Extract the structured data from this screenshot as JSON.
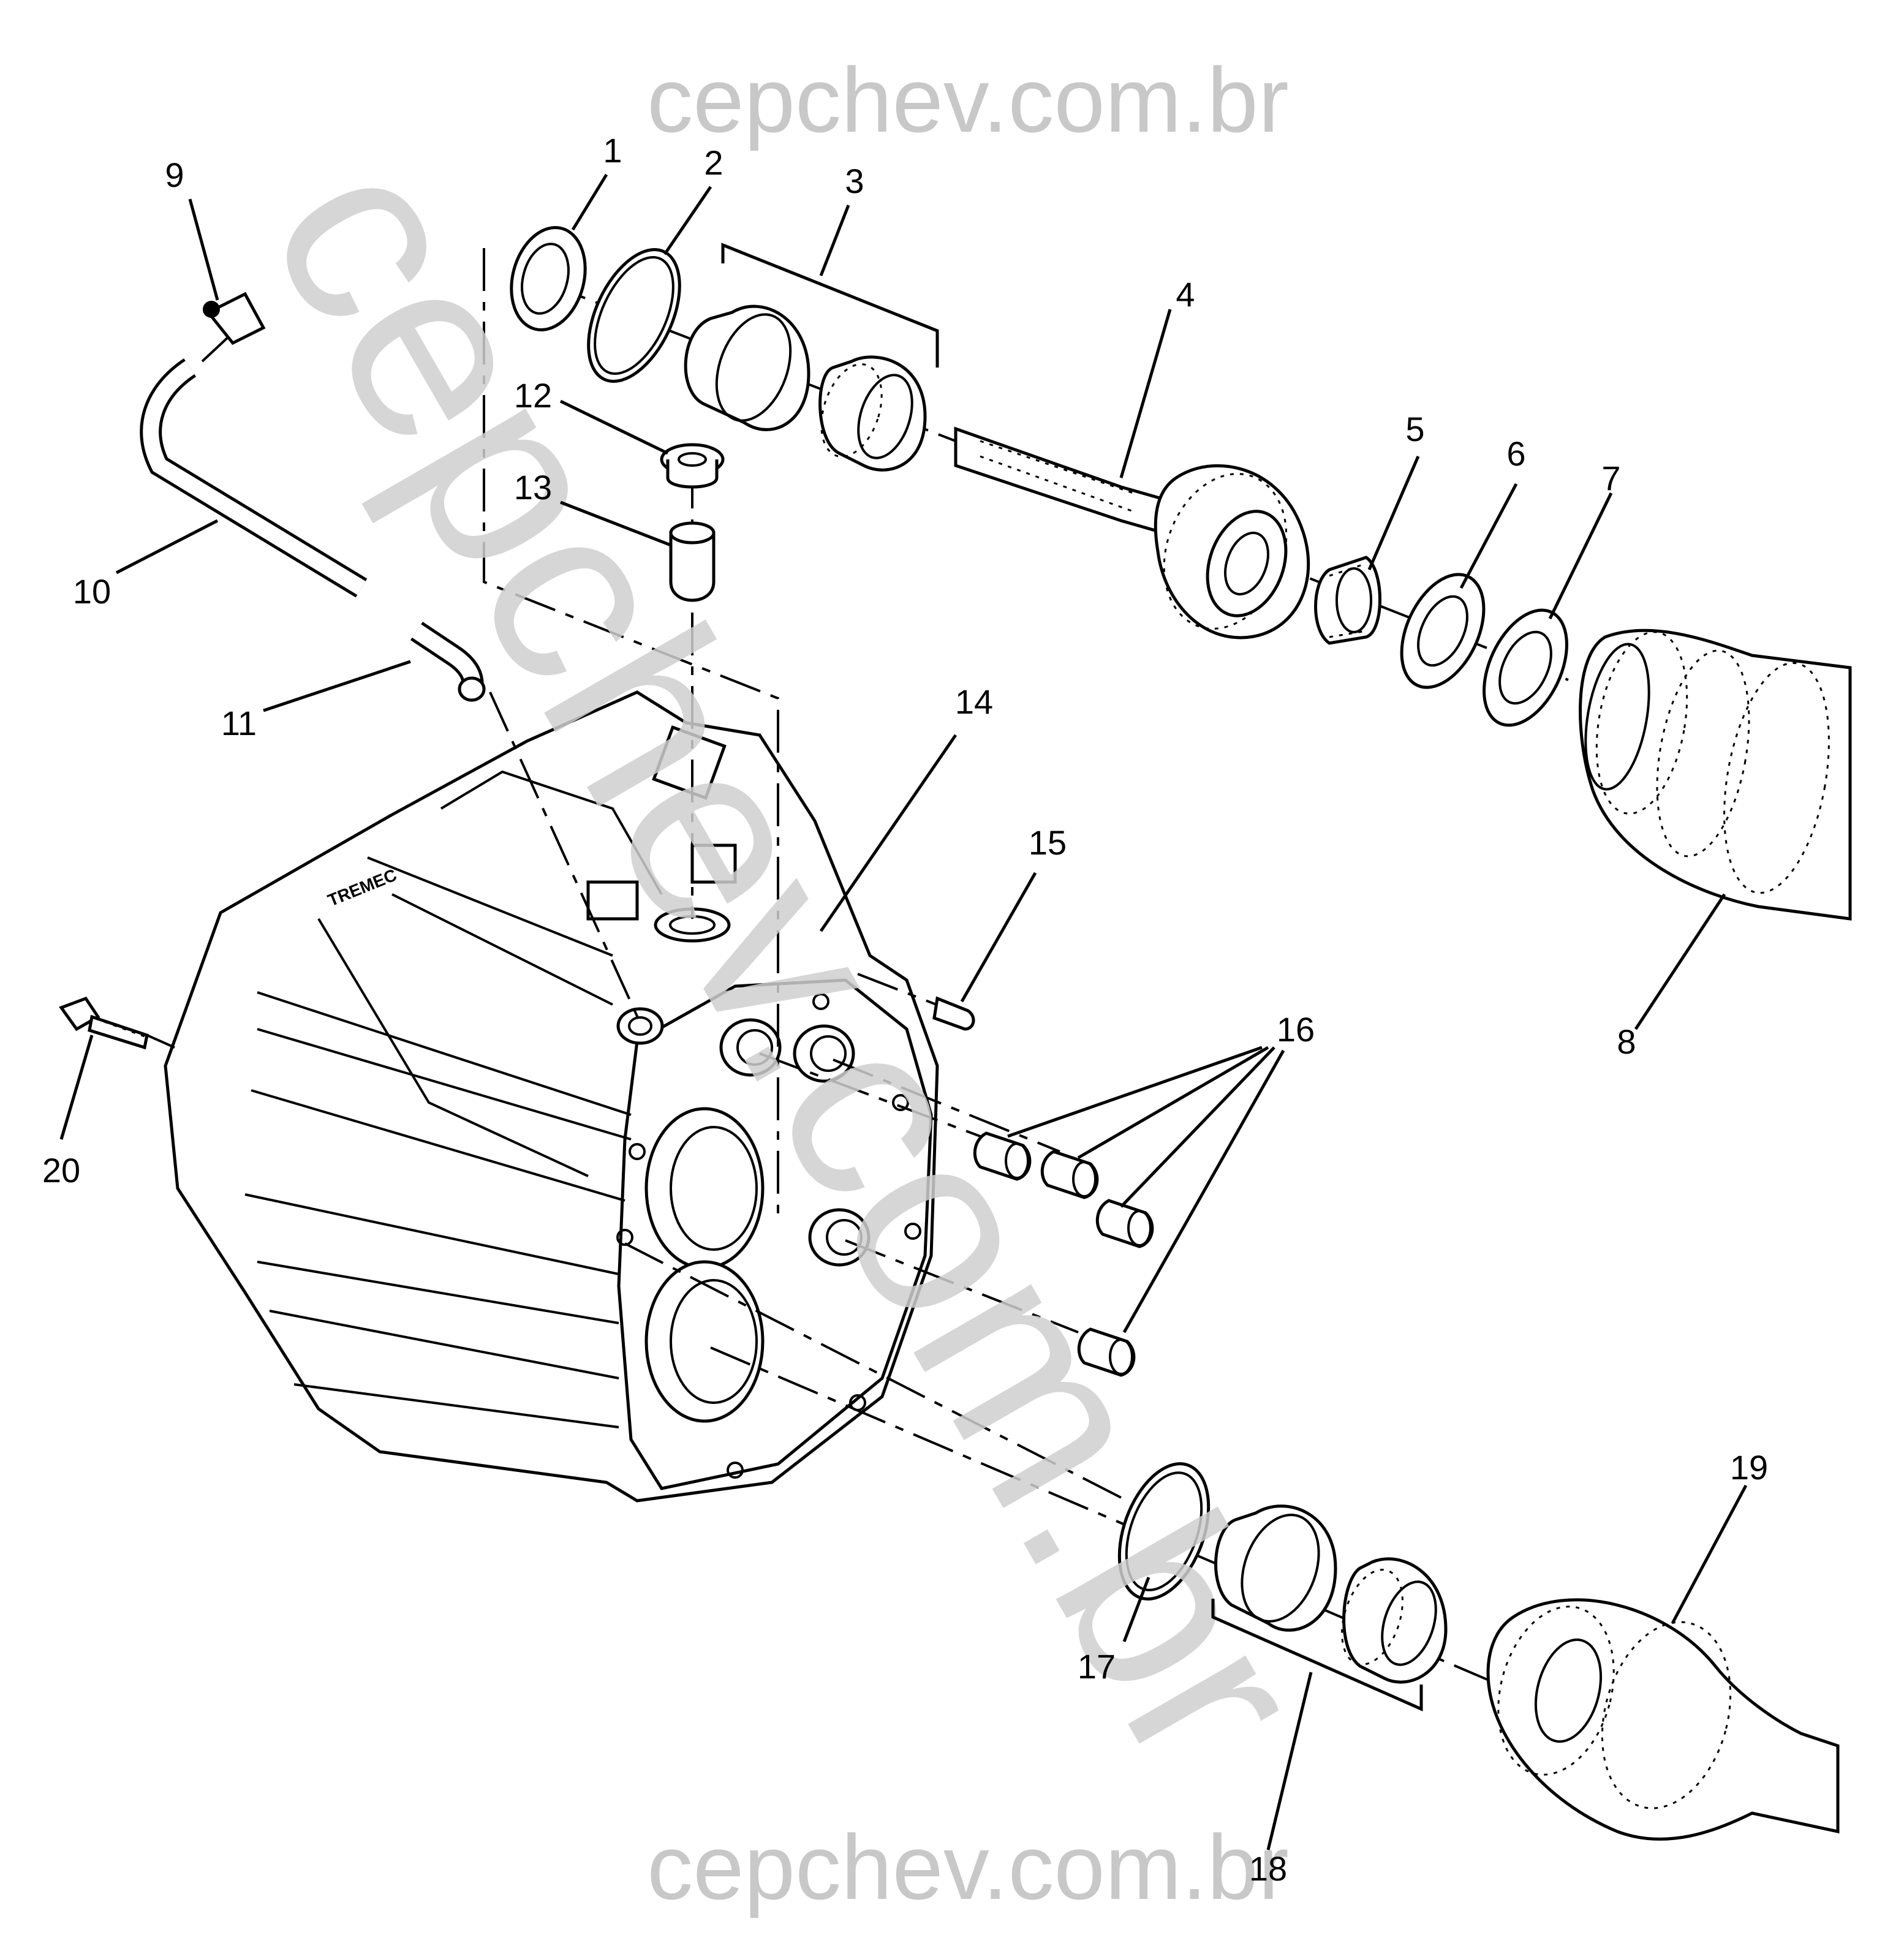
{
  "watermark": {
    "top": "cepchev.com.br",
    "bottom": "cepchev.com.br",
    "diagonal": "cepchev.com.br"
  },
  "callouts": [
    "1",
    "2",
    "3",
    "4",
    "5",
    "6",
    "7",
    "8",
    "9",
    "10",
    "11",
    "12",
    "13",
    "14",
    "15",
    "16",
    "17",
    "18",
    "19",
    "20"
  ],
  "housing_label": "TREMEC"
}
